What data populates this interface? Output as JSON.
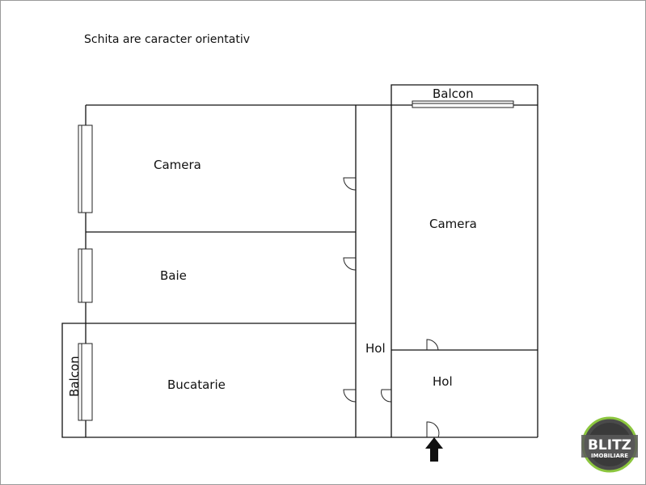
{
  "note": "Schita are caracter orientativ",
  "rooms": {
    "camera_left": "Camera",
    "baie": "Baie",
    "bucatarie": "Bucatarie",
    "balcon_left": "Balcon",
    "hol_corridor": "Hol",
    "balcon_top": "Balcon",
    "camera_right": "Camera",
    "hol_right": "Hol"
  },
  "logo": {
    "brand": "BLITZ",
    "sub": "IMOBILIARE"
  },
  "colors": {
    "walls": "#111111",
    "arrow": "#111111",
    "logo_ring": "#3a3a3a",
    "logo_accent": "#8cc63f"
  },
  "icons": [
    "entrance-arrow-icon",
    "door-swing-icon",
    "window-icon"
  ]
}
